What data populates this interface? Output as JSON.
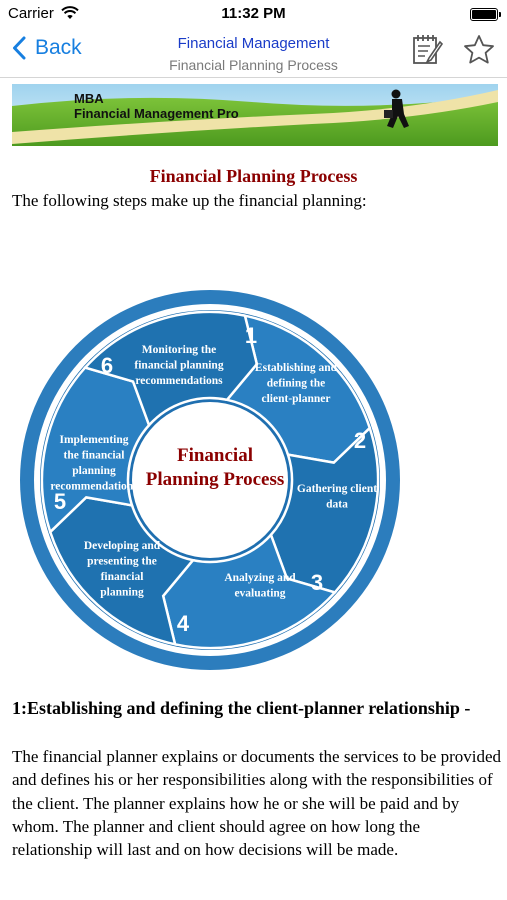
{
  "status": {
    "carrier": "Carrier",
    "time": "11:32 PM"
  },
  "nav": {
    "back_label": "Back",
    "title": "Financial Management",
    "subtitle": "Financial Planning Process"
  },
  "banner": {
    "line1": "MBA",
    "line2": "Financial Management Pro"
  },
  "article": {
    "title": "Financial Planning Process",
    "intro": "The following steps make up the financial planning:",
    "diagram": {
      "center_line1": "Financial",
      "center_line2": "Planning Process",
      "steps": [
        {
          "number": "1",
          "lines": [
            "Establishing and",
            "defining the",
            "client-planner"
          ]
        },
        {
          "number": "2",
          "lines": [
            "Gathering client",
            "data"
          ]
        },
        {
          "number": "3",
          "lines": [
            "Analyzing and",
            "evaluating"
          ]
        },
        {
          "number": "4",
          "lines": [
            "Developing and",
            "presenting the",
            "financial",
            "planning"
          ]
        },
        {
          "number": "5",
          "lines": [
            "Implementing",
            "the financial",
            "planning",
            "recommendations"
          ]
        },
        {
          "number": "6",
          "lines": [
            "Monitoring the",
            "financial planning",
            "recommendations"
          ]
        }
      ]
    },
    "section_heading": "1:Establishing and defining the client-planner relationship -",
    "section_body": "The financial planner explains or documents the services to be provided and defines his or her responsibilities along with the responsibilities of the client. The planner explains how he or she will be paid and by whom. The planner and client should agree on how long the relationship will last and on how decisions will be made."
  },
  "colors": {
    "nav_blue": "#177fe0",
    "title_red": "#8b0000",
    "diagram_blue": "#1f72b0"
  },
  "icons": [
    "wifi-icon",
    "battery-icon",
    "back-chevron-icon",
    "notes-icon",
    "star-icon"
  ]
}
